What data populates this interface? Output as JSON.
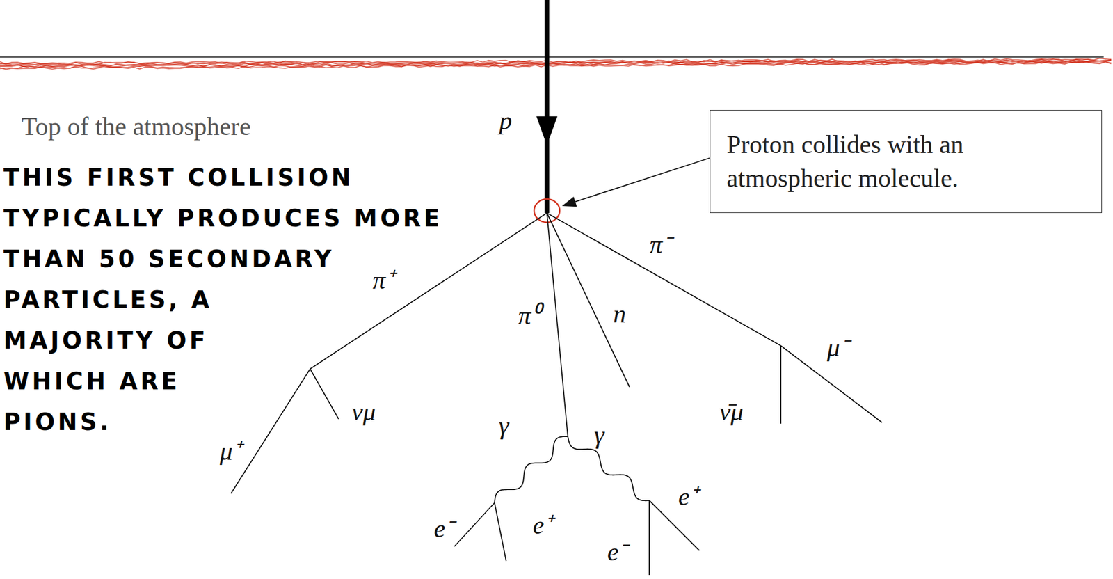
{
  "diagram": {
    "nodes": [
      {
        "text": [
          "Proton collides with an atmospheric molecule."
        ]
      }
    ],
    "labels": [
      "Top of the atmosphere",
      "THIS FIRST COLLISION TYPICALLY PRODUCES MORE THAN 50 SECONDARY PARTICLES, A MAJORITY OF WHICH ARE PIONS.",
      "p",
      "π⁺",
      "μ⁺",
      "νμ",
      "π⁰",
      "n",
      "π⁻",
      "ν̄μ",
      "μ⁻",
      "γ",
      "γ",
      "e⁻",
      "e⁺",
      "e⁺",
      "e⁻"
    ]
  }
}
